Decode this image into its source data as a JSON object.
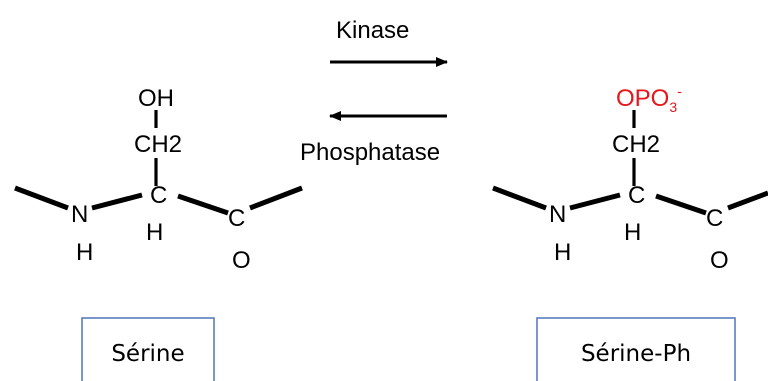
{
  "arrows": {
    "forward_label": "Kinase",
    "reverse_label": "Phosphatase"
  },
  "left_molecule": {
    "side_group": "OH",
    "ch2": "CH2",
    "alpha_c": "C",
    "alpha_h": "H",
    "nitrogen": "N",
    "nitrogen_h": "H",
    "carbonyl_c": "C",
    "carbonyl_o": "O",
    "name": "Sérine"
  },
  "right_molecule": {
    "side_group_main": "OPO",
    "side_group_subscript": "3",
    "side_group_charge": "-",
    "ch2": "CH2",
    "alpha_c": "C",
    "alpha_h": "H",
    "nitrogen": "N",
    "nitrogen_h": "H",
    "carbonyl_c": "C",
    "carbonyl_o": "O",
    "name": "Sérine-Ph"
  },
  "colors": {
    "phosphate": "#e8151b",
    "box_border": "#4f73b8"
  }
}
